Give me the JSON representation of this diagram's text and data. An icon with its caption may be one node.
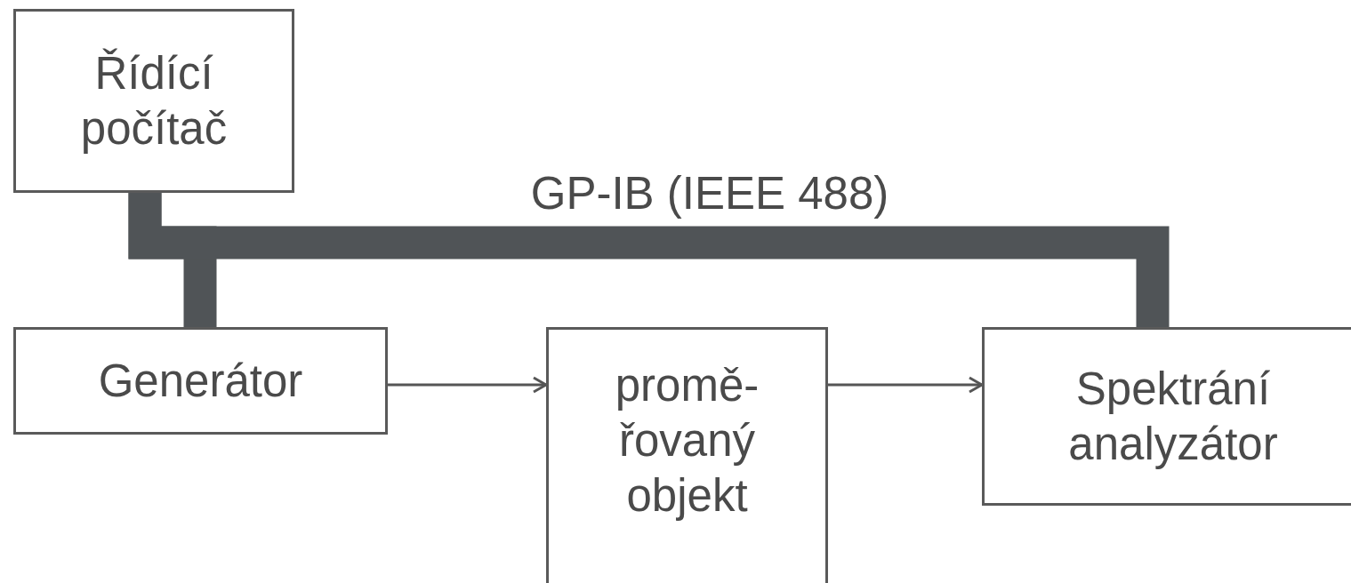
{
  "diagram": {
    "nodes": [
      {
        "text": [
          "Řídící počítač"
        ]
      },
      {
        "text": [
          "Generátor"
        ]
      },
      {
        "text": [
          "promě- řovaný objekt"
        ]
      },
      {
        "text": [
          "Spektrání analyzátor"
        ]
      }
    ],
    "edges": [
      {
        "from": 0,
        "to": 1,
        "arrow": "none",
        "style": "thick"
      },
      {
        "from": 0,
        "to": 3,
        "arrow": "none",
        "style": "thick",
        "label": "GP-IB (IEEE 488)"
      },
      {
        "from": 1,
        "to": 2,
        "arrow": "to"
      },
      {
        "from": 2,
        "to": 3,
        "arrow": "to"
      }
    ]
  }
}
